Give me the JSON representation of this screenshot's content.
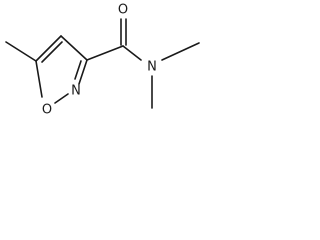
{
  "molecule": {
    "atoms": [
      {
        "id": "ketone-oxygen",
        "symbol": "O"
      },
      {
        "id": "amide-nitrogen",
        "symbol": "N"
      },
      {
        "id": "ring-nitrogen",
        "symbol": "N"
      },
      {
        "id": "ring-oxygen",
        "symbol": "O"
      }
    ]
  }
}
